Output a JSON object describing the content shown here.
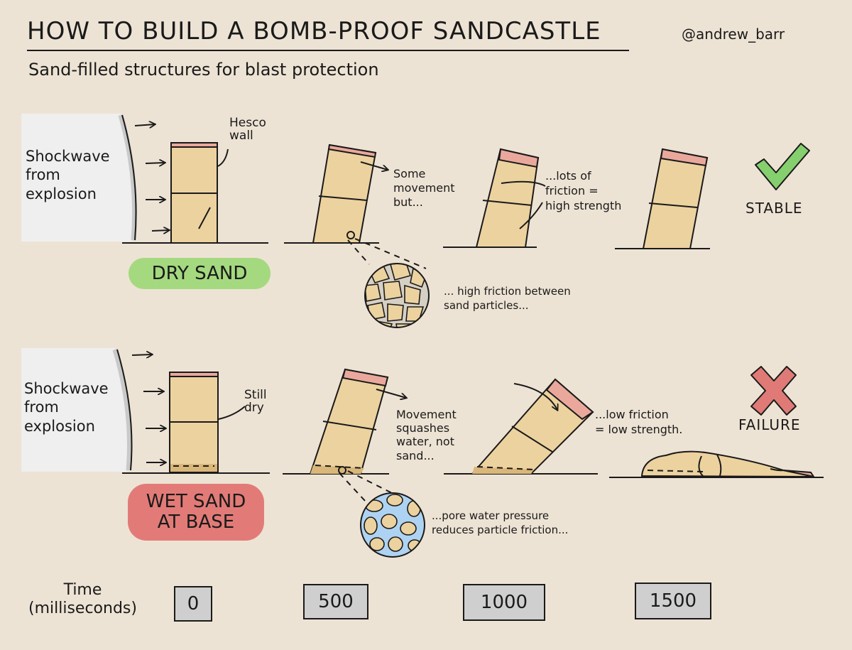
{
  "title": "HOW TO BUILD A BOMB-PROOF SANDCASTLE",
  "subtitle": "Sand-filled structures for blast protection",
  "author": "@andrew_barr",
  "dry_row": {
    "shockwave_label": "Shockwave\nfrom\nexplosion",
    "wall_label": "Hesco\nwall",
    "condition_label": "DRY SAND",
    "note_500": "Some\nmovement\nbut...",
    "note_1000": "...lots of\nfriction =\nhigh strength",
    "particle_note": "... high friction between\nsand particles...",
    "verdict": "STABLE"
  },
  "wet_row": {
    "shockwave_label": "Shockwave\nfrom\nexplosion",
    "still_dry_label": "Still\ndry",
    "condition_label": "WET SAND\nAT BASE",
    "note_500": "Movement\nsquashes\nwater, not\nsand...",
    "note_1000": "...low friction\n= low strength.",
    "particle_note": "...pore water pressure\nreduces particle friction...",
    "verdict": "FAILURE"
  },
  "timeline": {
    "label": "Time\n(milliseconds)",
    "steps": [
      "0",
      "500",
      "1000",
      "1500"
    ]
  },
  "colors": {
    "background": "#ede3d4",
    "sand": "#ecd29f",
    "lid": "#eaa89c",
    "wet_sand": "#d9b67a",
    "shock_panel": "#efefef",
    "dry_green": "#a4d97f",
    "wet_red": "#e27b77",
    "check_green": "#86cf6e",
    "cross_red": "#df7a76",
    "water_blue": "#aed3f2"
  }
}
